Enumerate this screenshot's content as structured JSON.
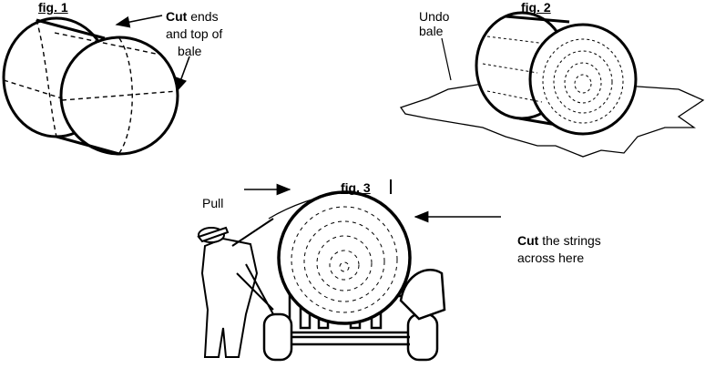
{
  "figures": {
    "fig1": {
      "title": "fig. 1",
      "note_bold": "Cut",
      "note_rest": " ends",
      "note_line2": "and top of",
      "note_line3": "bale"
    },
    "fig2": {
      "title": "fig. 2",
      "note_line1": "Undo",
      "note_line2": "bale"
    },
    "fig3": {
      "title": "fig. 3",
      "pull": "Pull",
      "note_bold": "Cut",
      "note_rest": " the strings",
      "note_line2": "across here"
    }
  }
}
